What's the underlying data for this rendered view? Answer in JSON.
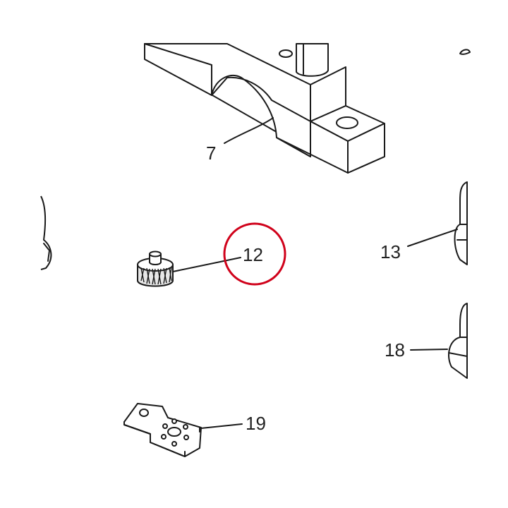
{
  "diagram": {
    "callouts": {
      "part_7": "7",
      "part_12": "12",
      "part_13": "13",
      "part_18": "18",
      "part_19": "19"
    },
    "highlight_color": "#d0021b",
    "line_color": "#1a1a1a"
  }
}
